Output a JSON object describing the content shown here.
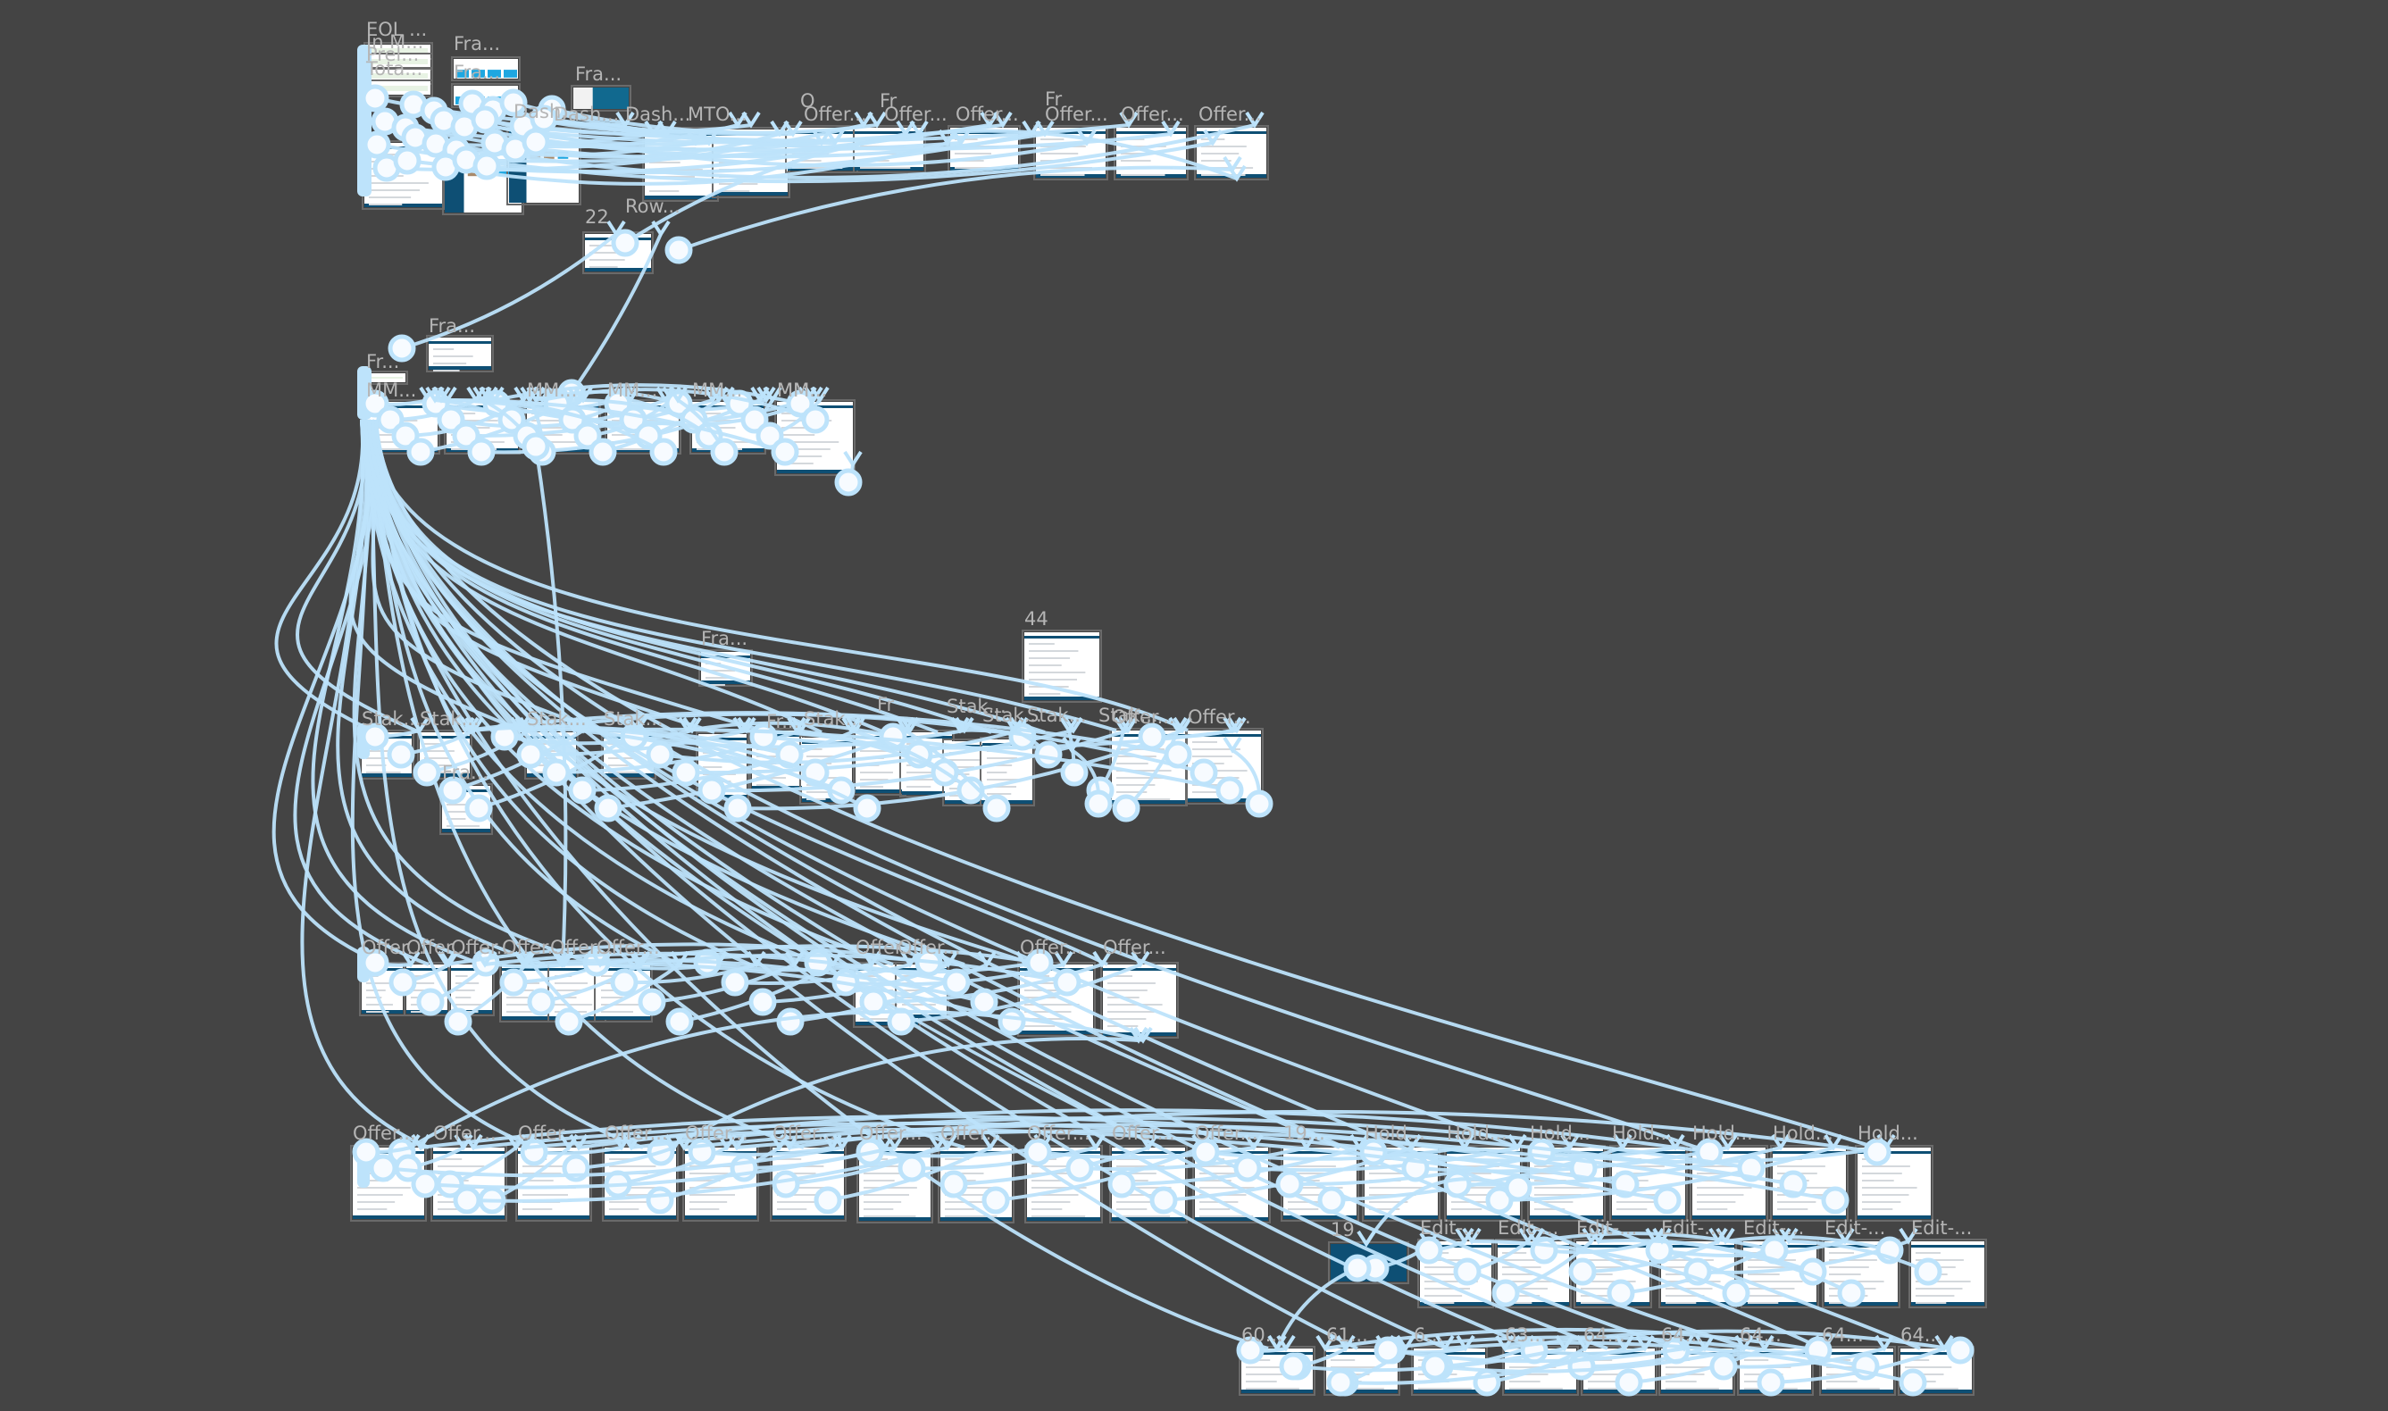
{
  "app": {
    "view": "prototype flow map",
    "background_color": "#444444",
    "connection_color": "#bde3fb",
    "hotspot_fill": "#f7fbff",
    "frame_header_color": "#0e4f74",
    "label_color": "#b5b5b5"
  },
  "rows": [
    {
      "name": "row-1",
      "frames": [
        {
          "label": "EOL ...",
          "kind": "strip"
        },
        {
          "label": "In M...",
          "kind": "strip"
        },
        {
          "label": "Prel...",
          "kind": "strip"
        },
        {
          "label": "Tota...",
          "kind": "strip"
        },
        {
          "label": "Fra...",
          "kind": "cards"
        },
        {
          "label": "Fra...",
          "kind": "cards"
        },
        {
          "label": "Fra...",
          "kind": "banner"
        },
        {
          "label": "Dash...",
          "kind": "page"
        },
        {
          "label": "Dash...",
          "kind": "dashboard"
        },
        {
          "label": "Dash...",
          "kind": "dashboard"
        },
        {
          "label": "MTO...",
          "kind": "page"
        },
        {
          "label": "Offer...",
          "kind": "page"
        },
        {
          "label": "Offer...",
          "kind": "page"
        },
        {
          "label": "Offer...",
          "kind": "page"
        },
        {
          "label": "Offer...",
          "kind": "page"
        },
        {
          "label": "Offer...",
          "kind": "page"
        },
        {
          "label": "Offer...",
          "kind": "page"
        },
        {
          "label": "Row...",
          "kind": "page"
        },
        {
          "label": "O",
          "kind": "tag"
        },
        {
          "label": "Fr",
          "kind": "tag"
        },
        {
          "label": "Fr",
          "kind": "tag"
        },
        {
          "label": "22",
          "kind": "tag"
        }
      ]
    },
    {
      "name": "row-2",
      "frames": [
        {
          "label": "Fr...",
          "kind": "strip"
        },
        {
          "label": "Fra...",
          "kind": "page"
        },
        {
          "label": "MM...",
          "kind": "page"
        },
        {
          "label": "MM...",
          "kind": "page"
        },
        {
          "label": "MM...",
          "kind": "page"
        },
        {
          "label": "MM...",
          "kind": "page"
        },
        {
          "label": "MM...",
          "kind": "page"
        },
        {
          "label": "MM...",
          "kind": "tall"
        }
      ]
    },
    {
      "name": "row-3",
      "frames": [
        {
          "label": "Fra...",
          "kind": "page"
        },
        {
          "label": "44",
          "kind": "page"
        },
        {
          "label": "Stak...",
          "kind": "page"
        },
        {
          "label": "Stak...",
          "kind": "page"
        },
        {
          "label": "Stak...",
          "kind": "page"
        },
        {
          "label": "Stak...",
          "kind": "page"
        },
        {
          "label": "Fra...",
          "kind": "page"
        },
        {
          "label": "Fr...",
          "kind": "page"
        },
        {
          "label": "Stak...",
          "kind": "page"
        },
        {
          "label": "Fr",
          "kind": "page"
        },
        {
          "label": "Stak...",
          "kind": "page"
        },
        {
          "label": "Stak...",
          "kind": "page"
        },
        {
          "label": "Stak...",
          "kind": "page"
        },
        {
          "label": "Offer...",
          "kind": "page"
        },
        {
          "label": "Offer...",
          "kind": "page"
        },
        {
          "label": "Stak...",
          "kind": "page"
        }
      ]
    },
    {
      "name": "row-4",
      "frames": [
        {
          "label": "Offer...",
          "kind": "page"
        },
        {
          "label": "Offer...",
          "kind": "page"
        },
        {
          "label": "Offer...",
          "kind": "page"
        },
        {
          "label": "Offer...",
          "kind": "page"
        },
        {
          "label": "Offer...",
          "kind": "page"
        },
        {
          "label": "Offer...",
          "kind": "page"
        },
        {
          "label": "Offer...",
          "kind": "page"
        },
        {
          "label": "Offer...",
          "kind": "page"
        },
        {
          "label": "Offer...",
          "kind": "page"
        },
        {
          "label": "Offer...",
          "kind": "page"
        }
      ]
    },
    {
      "name": "row-5",
      "frames": [
        {
          "label": "Offer...",
          "kind": "page"
        },
        {
          "label": "Offer...",
          "kind": "page"
        },
        {
          "label": "Offer",
          "kind": "page"
        },
        {
          "label": "Offer...",
          "kind": "page"
        },
        {
          "label": "Offer...",
          "kind": "page"
        },
        {
          "label": "Offer...",
          "kind": "page"
        },
        {
          "label": "Offer...",
          "kind": "page"
        },
        {
          "label": "Offer...",
          "kind": "page"
        },
        {
          "label": "Offer...",
          "kind": "page"
        },
        {
          "label": "Offer...",
          "kind": "page"
        },
        {
          "label": "Offer...",
          "kind": "page"
        },
        {
          "label": "19...",
          "kind": "page"
        },
        {
          "label": "Hold...",
          "kind": "page"
        },
        {
          "label": "Hold...",
          "kind": "page"
        },
        {
          "label": "Hold...",
          "kind": "page"
        },
        {
          "label": "Hold...",
          "kind": "page"
        },
        {
          "label": "Hold...",
          "kind": "page"
        },
        {
          "label": "Hold...",
          "kind": "page"
        },
        {
          "label": "Hold...",
          "kind": "page"
        }
      ]
    },
    {
      "name": "row-6",
      "frames": [
        {
          "label": "19",
          "kind": "modal"
        },
        {
          "label": "Edit-...",
          "kind": "page"
        },
        {
          "label": "Edit-...",
          "kind": "page"
        },
        {
          "label": "Edit-...",
          "kind": "page"
        },
        {
          "label": "Edit-...",
          "kind": "page"
        },
        {
          "label": "Edit-...",
          "kind": "page"
        },
        {
          "label": "Edit-...",
          "kind": "page"
        },
        {
          "label": "Edit-...",
          "kind": "page"
        }
      ]
    },
    {
      "name": "row-7",
      "frames": [
        {
          "label": "60...",
          "kind": "page"
        },
        {
          "label": "61...",
          "kind": "page"
        },
        {
          "label": "6...",
          "kind": "page"
        },
        {
          "label": "63...",
          "kind": "page"
        },
        {
          "label": "64...",
          "kind": "page"
        },
        {
          "label": "64...",
          "kind": "page"
        },
        {
          "label": "64...",
          "kind": "page"
        },
        {
          "label": "64...",
          "kind": "page"
        },
        {
          "label": "64...",
          "kind": "page"
        }
      ]
    }
  ]
}
